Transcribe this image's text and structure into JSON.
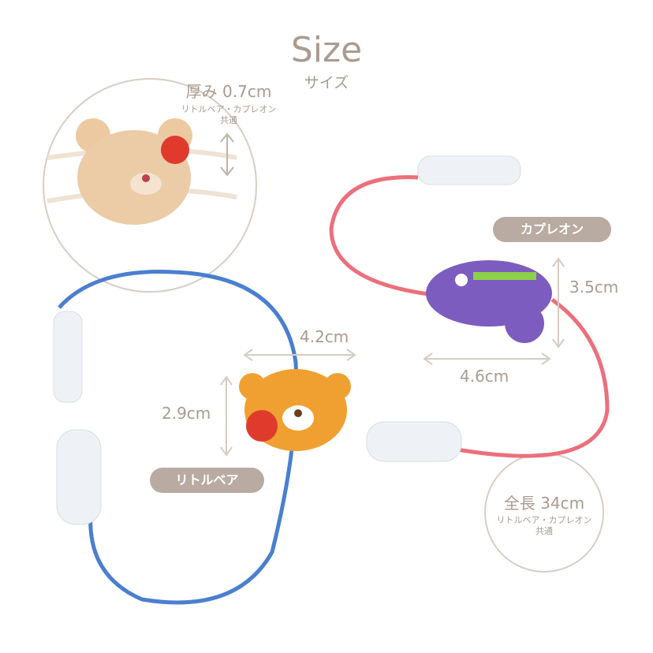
{
  "title": "Size",
  "subtitle": "サイズ",
  "thickness": {
    "label": "厚み 0.7cm",
    "note1": "リトルベア・カプレオン",
    "note2": "共通"
  },
  "length": {
    "label": "全長 34cm",
    "note1": "リトルベア・カプレオン",
    "note2": "共通"
  },
  "bear": {
    "name": "リトルベア",
    "width": "4.2cm",
    "height": "2.9cm"
  },
  "chameleon": {
    "name": "カプレオン",
    "width": "4.6cm",
    "height": "3.5cm"
  },
  "colors": {
    "text": "#a99b90",
    "badge": "#b9aba1",
    "blue_cord": "#4a7fd0",
    "pink_cord": "#ec6f7c",
    "bear": "#f0a030",
    "chameleon": "#7d5cc0"
  }
}
